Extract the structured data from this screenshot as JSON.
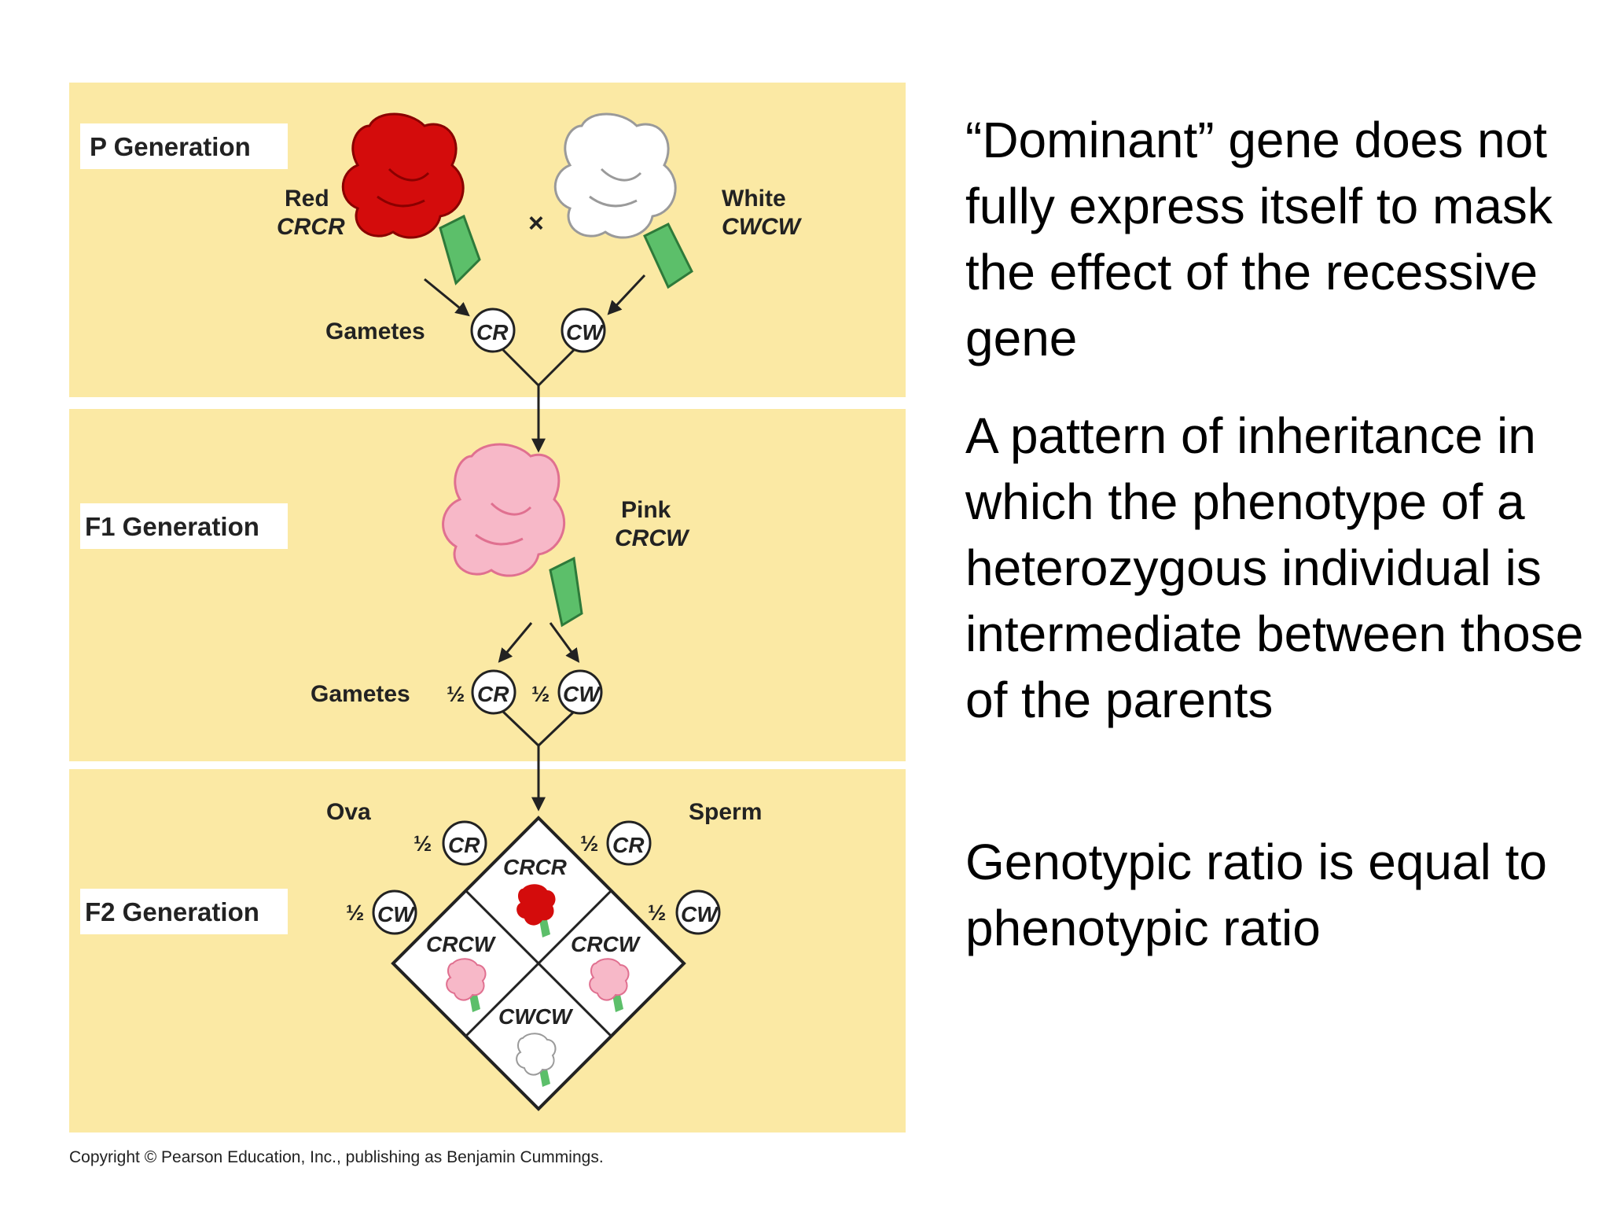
{
  "diagram": {
    "p_generation": {
      "label": "P Generation",
      "parent_red": {
        "name": "Red",
        "genotype": "CRCR"
      },
      "parent_white": {
        "name": "White",
        "genotype": "CWCW"
      },
      "cross_symbol": "×",
      "gametes_label": "Gametes",
      "gamete_r": "CR",
      "gamete_w": "CW"
    },
    "f1_generation": {
      "label": "F1 Generation",
      "offspring": {
        "name": "Pink",
        "genotype": "CRCW"
      },
      "gametes_label": "Gametes",
      "fraction": "½",
      "gamete_r": "CR",
      "gamete_w": "CW"
    },
    "f2_generation": {
      "label": "F2 Generation",
      "ova_label": "Ova",
      "sperm_label": "Sperm",
      "fraction": "½",
      "cells": {
        "top": "CRCR",
        "left": "CRCW",
        "right": "CRCW",
        "bottom": "CWCW"
      }
    },
    "copyright": "Copyright © Pearson Education, Inc., publishing as Benjamin Cummings.",
    "colors": {
      "panel": "#fbe9a4",
      "red_flower": "#d40c0c",
      "white_flower": "#ffffff",
      "pink_flower": "#f7b8c8",
      "stem": "#5cbf6a"
    }
  },
  "statements": [
    "“Dominant” gene does not fully express itself to mask the effect of the recessive gene",
    "A pattern of inheritance in which the phenotype of a heterozygous individual is intermediate between those of the parents",
    "Genotypic ratio is equal to phenotypic ratio"
  ]
}
